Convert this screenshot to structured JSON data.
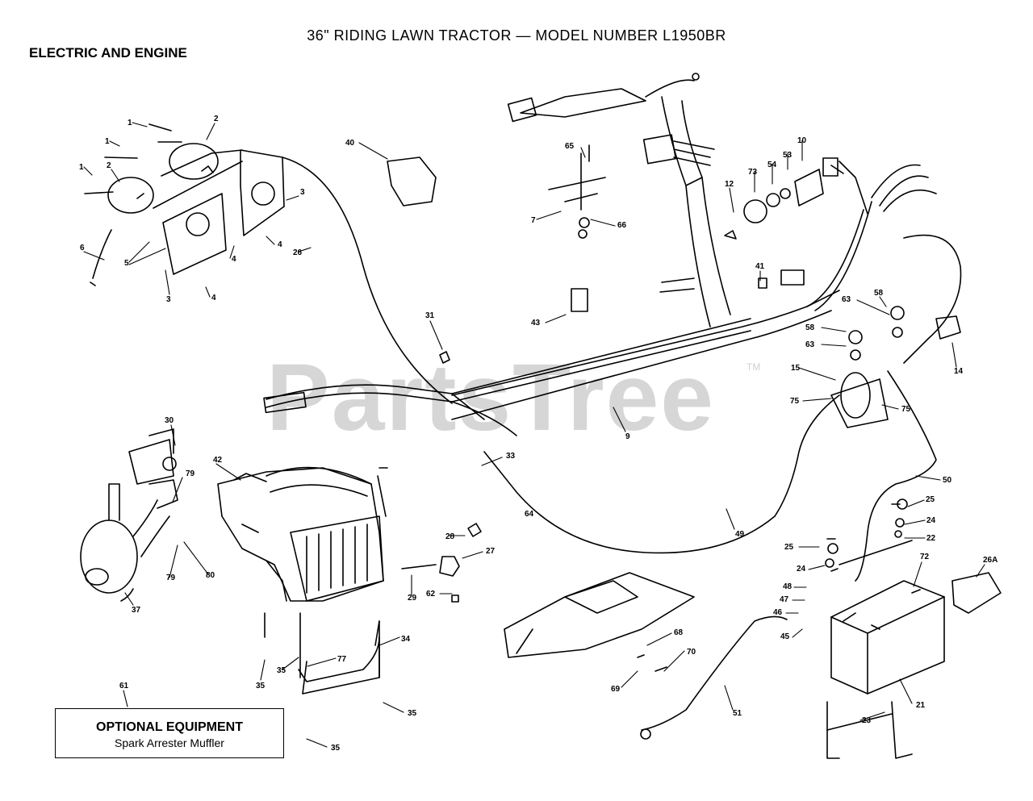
{
  "header": {
    "title": "36\" RIDING LAWN TRACTOR — MODEL NUMBER L1950BR"
  },
  "section_label": "ELECTRIC AND ENGINE",
  "watermark": {
    "text": "PartsTree",
    "tm": "TM"
  },
  "optional_box": {
    "heading": "OPTIONAL EQUIPMENT",
    "subtitle": "Spark Arrester Muffler"
  },
  "callouts": [
    {
      "id": "c1a",
      "text": "1"
    },
    {
      "id": "c1b",
      "text": "1"
    },
    {
      "id": "c1c",
      "text": "1"
    },
    {
      "id": "c2a",
      "text": "2"
    },
    {
      "id": "c2b",
      "text": "2"
    },
    {
      "id": "c3a",
      "text": "3"
    },
    {
      "id": "c3b",
      "text": "3"
    },
    {
      "id": "c4a",
      "text": "4"
    },
    {
      "id": "c4b",
      "text": "4"
    },
    {
      "id": "c4c",
      "text": "4"
    },
    {
      "id": "c5",
      "text": "5"
    },
    {
      "id": "c6",
      "text": "6"
    },
    {
      "id": "c26",
      "text": "26"
    },
    {
      "id": "c40",
      "text": "40"
    },
    {
      "id": "c65",
      "text": "65"
    },
    {
      "id": "c7",
      "text": "7"
    },
    {
      "id": "c66",
      "text": "66"
    },
    {
      "id": "c12",
      "text": "12"
    },
    {
      "id": "c73",
      "text": "73"
    },
    {
      "id": "c54",
      "text": "54"
    },
    {
      "id": "c53",
      "text": "53"
    },
    {
      "id": "c10",
      "text": "10"
    },
    {
      "id": "c41",
      "text": "41"
    },
    {
      "id": "c43",
      "text": "43"
    },
    {
      "id": "c31",
      "text": "31"
    },
    {
      "id": "c58a",
      "text": "58"
    },
    {
      "id": "c63a",
      "text": "63"
    },
    {
      "id": "c58b",
      "text": "58"
    },
    {
      "id": "c63b",
      "text": "63"
    },
    {
      "id": "c14",
      "text": "14"
    },
    {
      "id": "c15",
      "text": "15"
    },
    {
      "id": "c75a",
      "text": "75"
    },
    {
      "id": "c75b",
      "text": "75"
    },
    {
      "id": "c9",
      "text": "9"
    },
    {
      "id": "c30",
      "text": "30"
    },
    {
      "id": "c79a",
      "text": "79"
    },
    {
      "id": "c42",
      "text": "42"
    },
    {
      "id": "c33",
      "text": "33"
    },
    {
      "id": "c64",
      "text": "64"
    },
    {
      "id": "c28",
      "text": "28"
    },
    {
      "id": "c27",
      "text": "27"
    },
    {
      "id": "c49",
      "text": "49"
    },
    {
      "id": "c50",
      "text": "50"
    },
    {
      "id": "c25a",
      "text": "25"
    },
    {
      "id": "c24a",
      "text": "24"
    },
    {
      "id": "c22",
      "text": "22"
    },
    {
      "id": "c25b",
      "text": "25"
    },
    {
      "id": "c24b",
      "text": "24"
    },
    {
      "id": "c72",
      "text": "72"
    },
    {
      "id": "c26A",
      "text": "26A"
    },
    {
      "id": "c79b",
      "text": "79"
    },
    {
      "id": "c80",
      "text": "80"
    },
    {
      "id": "c37",
      "text": "37"
    },
    {
      "id": "c29",
      "text": "29"
    },
    {
      "id": "c62",
      "text": "62"
    },
    {
      "id": "c48",
      "text": "48"
    },
    {
      "id": "c47",
      "text": "47"
    },
    {
      "id": "c46",
      "text": "46"
    },
    {
      "id": "c45",
      "text": "45"
    },
    {
      "id": "c34",
      "text": "34"
    },
    {
      "id": "c77",
      "text": "77"
    },
    {
      "id": "c35a",
      "text": "35"
    },
    {
      "id": "c35b",
      "text": "35"
    },
    {
      "id": "c35c",
      "text": "35"
    },
    {
      "id": "c35d",
      "text": "35"
    },
    {
      "id": "c68",
      "text": "68"
    },
    {
      "id": "c70",
      "text": "70"
    },
    {
      "id": "c69",
      "text": "69"
    },
    {
      "id": "c61",
      "text": "61"
    },
    {
      "id": "c51",
      "text": "51"
    },
    {
      "id": "c21",
      "text": "21"
    },
    {
      "id": "c23",
      "text": "23"
    }
  ]
}
